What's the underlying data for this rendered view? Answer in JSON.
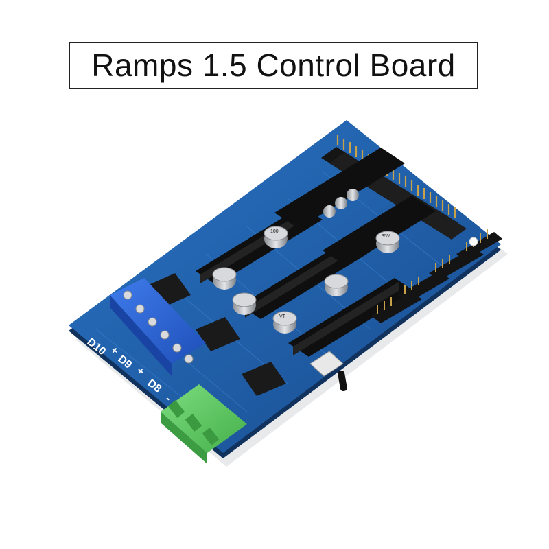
{
  "title": {
    "text": "Ramps 1.5 Control Board"
  },
  "board": {
    "silkscreen": {
      "d10": "D10",
      "d9": "D9",
      "d8": "D8",
      "plus": "+",
      "minus": "-"
    },
    "capacitor_marking": {
      "line1": "100",
      "line2": "35V",
      "line3": "VT"
    },
    "colors": {
      "pcb": "#1f5fa8",
      "pcb_dark": "#173f73",
      "headers": "#151515",
      "terminal_blue": "#2a64d6",
      "terminal_green": "#5ecb62"
    }
  }
}
